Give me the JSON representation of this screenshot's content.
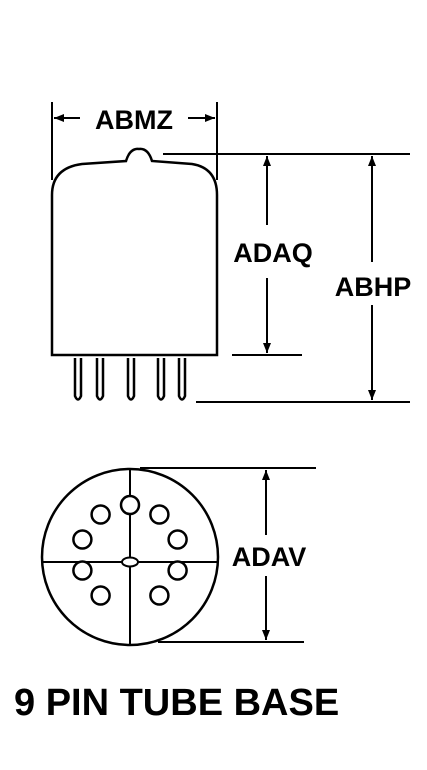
{
  "labels": {
    "width_dim": "ABMZ",
    "body_height_dim": "ADAQ",
    "overall_height_dim": "ABHP",
    "base_diameter_dim": "ADAV"
  },
  "caption": "9 PIN TUBE BASE",
  "base": {
    "pin_count": 9
  }
}
